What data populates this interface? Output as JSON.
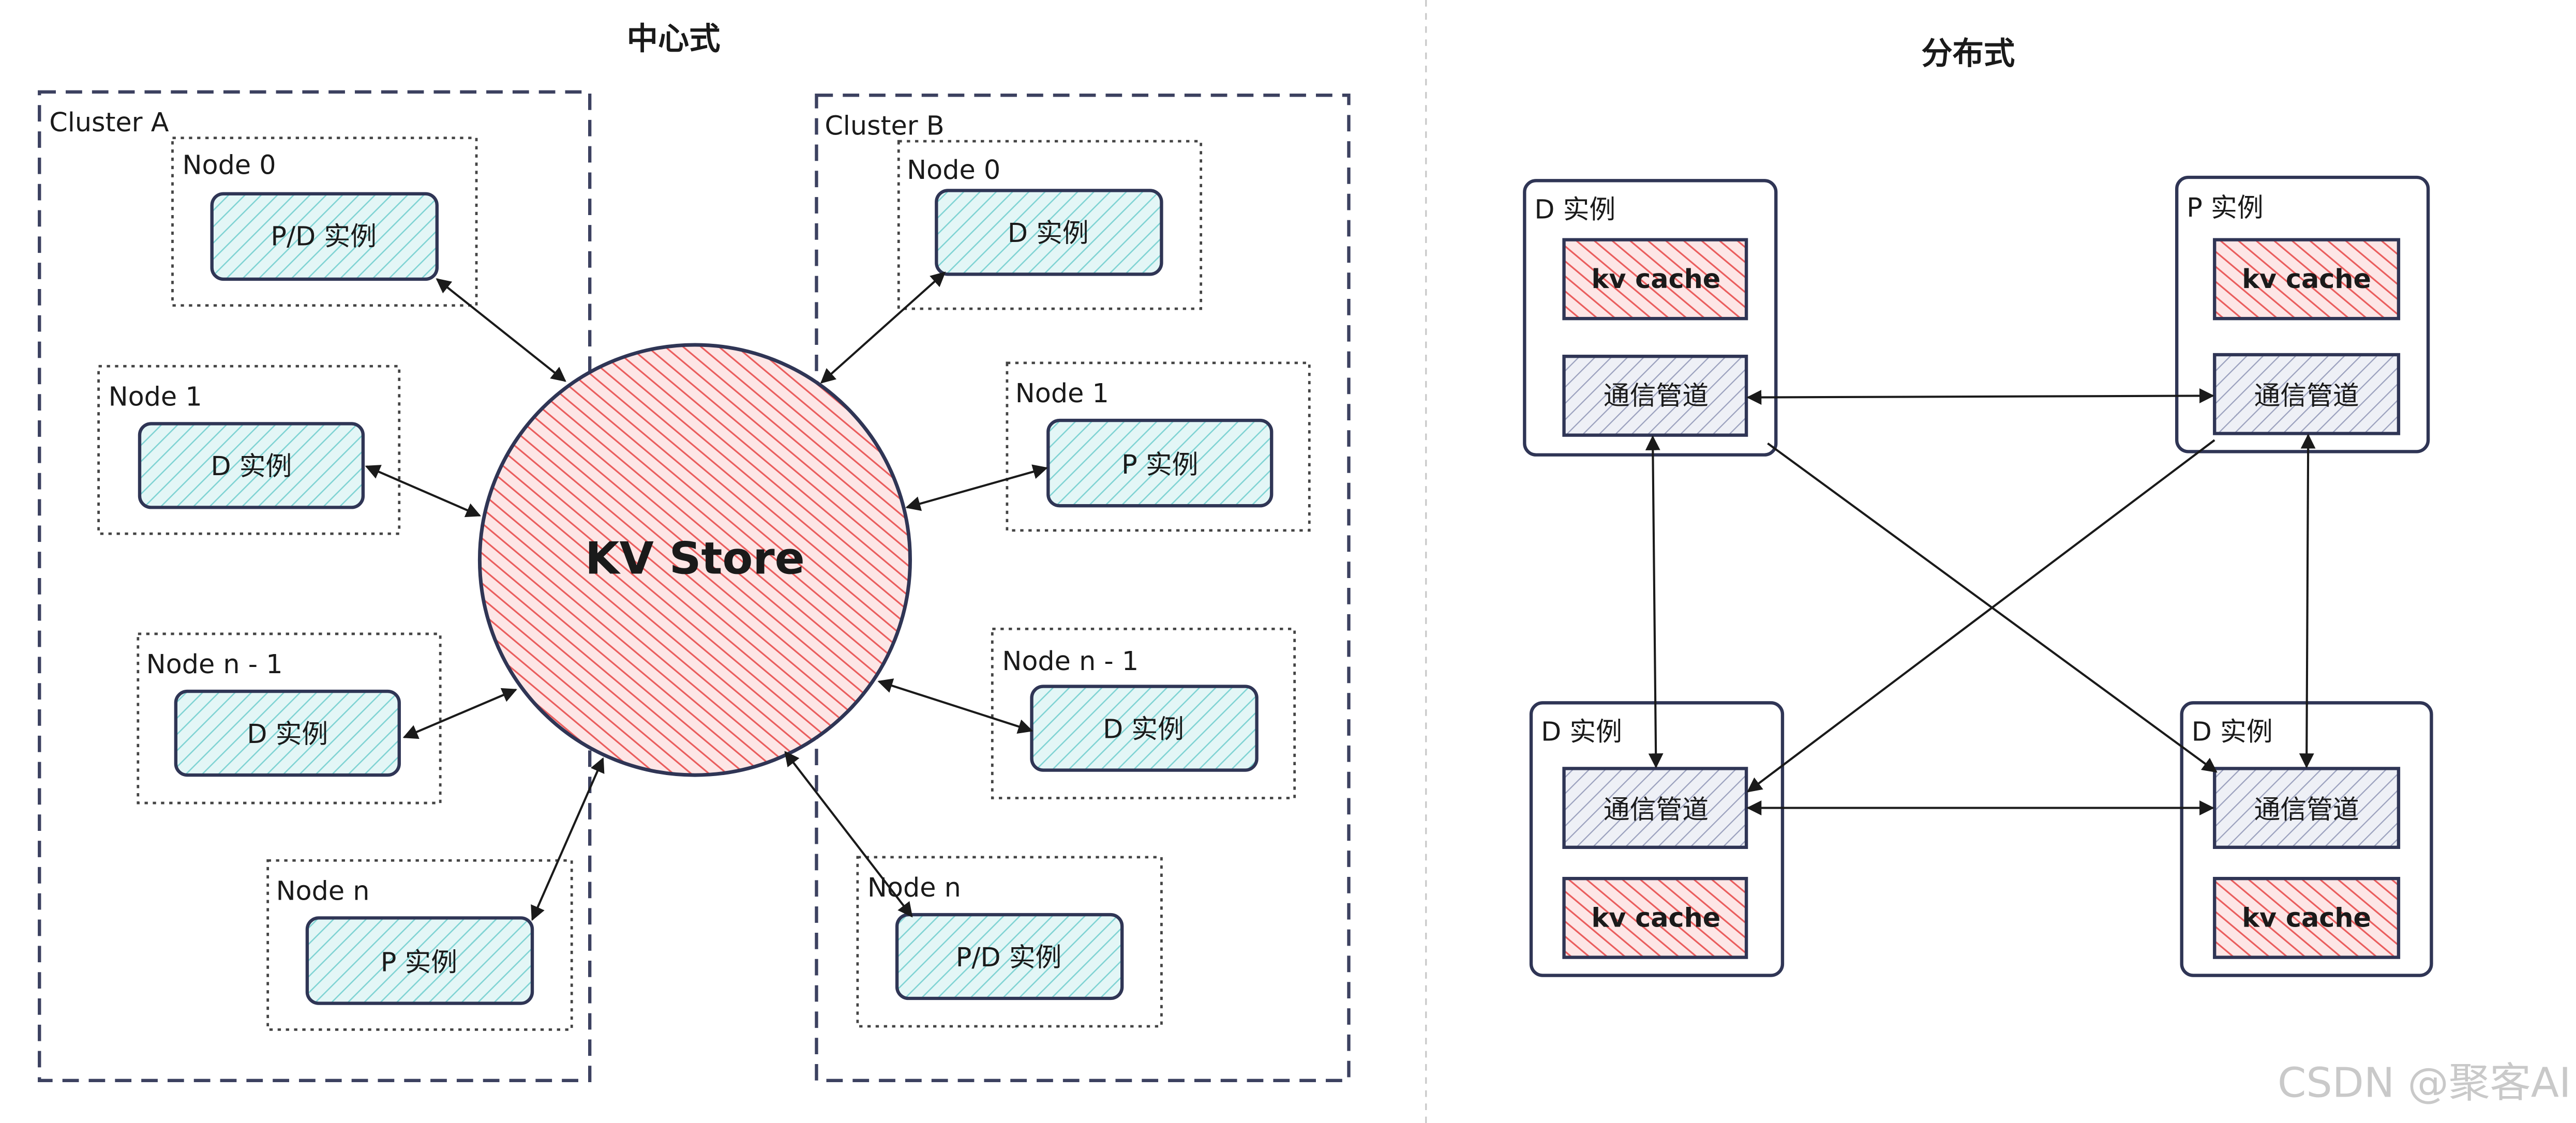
{
  "left": {
    "title": "中心式",
    "store": "KV Store",
    "cluster_a": {
      "label": "Cluster A",
      "nodes": [
        {
          "label": "Node 0",
          "instance": "P/D 实例"
        },
        {
          "label": "Node 1",
          "instance": "D 实例"
        },
        {
          "label": "Node n - 1",
          "instance": "D 实例"
        },
        {
          "label": "Node n",
          "instance": "P 实例"
        }
      ]
    },
    "cluster_b": {
      "label": "Cluster B",
      "nodes": [
        {
          "label": "Node 0",
          "instance": "D 实例"
        },
        {
          "label": "Node 1",
          "instance": "P 实例"
        },
        {
          "label": "Node n - 1",
          "instance": "D 实例"
        },
        {
          "label": "Node n",
          "instance": "P/D 实例"
        }
      ]
    }
  },
  "right": {
    "title": "分布式",
    "instances": [
      {
        "label": "D 实例",
        "cache": "kv cache",
        "channel": "通信管道"
      },
      {
        "label": "P 实例",
        "cache": "kv cache",
        "channel": "通信管道"
      },
      {
        "label": "D 实例",
        "cache": "kv cache",
        "channel": "通信管道"
      },
      {
        "label": "D 实例",
        "cache": "kv cache",
        "channel": "通信管道"
      }
    ]
  },
  "watermark": "CSDN @聚客AI",
  "colors": {
    "teal_fill": "#e3f6f6",
    "teal_hatch": "#7fd3d3",
    "red_fill": "#fde6e6",
    "red_hatch": "#ea5c5c",
    "grey_fill": "#eef0f6",
    "grey_hatch": "#9aa0bd",
    "box_border": "#2f3555",
    "dashed_border": "#3c4160"
  }
}
